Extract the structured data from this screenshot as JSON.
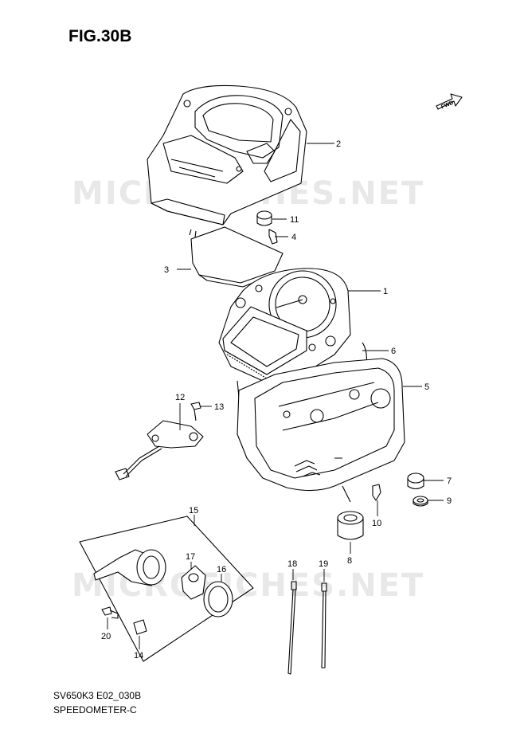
{
  "figure": {
    "title": "FIG.30B",
    "code": "SV650K3 E02_030B",
    "name": "SPEEDOMETER-C"
  },
  "fwd_label": "FWD",
  "watermark": "MICROFICHES.NET",
  "callouts": [
    "1",
    "2",
    "3",
    "4",
    "5",
    "6",
    "7",
    "8",
    "9",
    "10",
    "11",
    "12",
    "13",
    "14",
    "15",
    "16",
    "17",
    "18",
    "19",
    "20"
  ],
  "colors": {
    "line": "#000000",
    "watermark": "#969696"
  }
}
